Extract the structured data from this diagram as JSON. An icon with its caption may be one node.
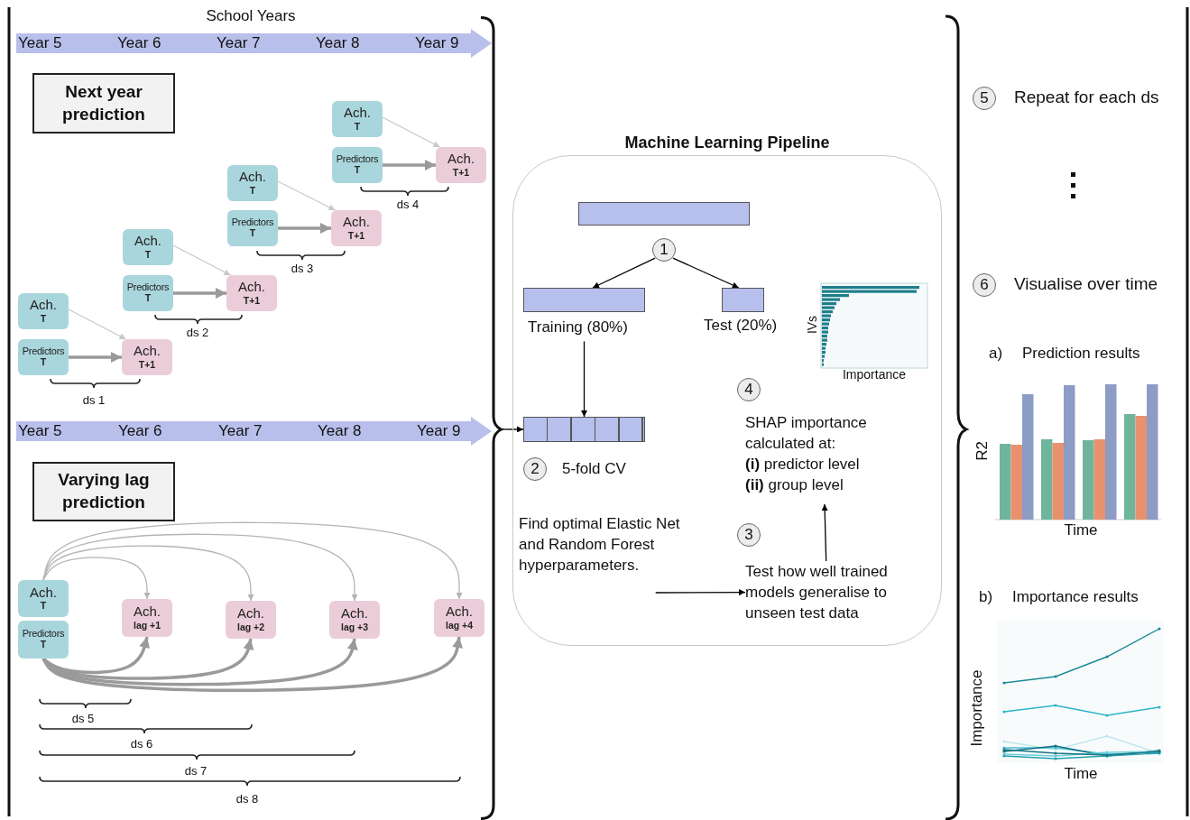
{
  "diagram": {
    "nodes": [
      {
        "text": [
          "Next year prediction"
        ]
      },
      {
        "text": [
          "Ach.",
          "T"
        ]
      },
      {
        "text": [
          "Predictors",
          "T"
        ]
      },
      {
        "text": [
          "Ach.",
          "T+1"
        ]
      },
      {
        "text": [
          "Ach.",
          "T"
        ]
      },
      {
        "text": [
          "Predictors",
          "T"
        ]
      },
      {
        "text": [
          "Ach.",
          "T+1"
        ]
      },
      {
        "text": [
          "Ach.",
          "T"
        ]
      },
      {
        "text": [
          "Predictors",
          "T"
        ]
      },
      {
        "text": [
          "Ach.",
          "T+1"
        ]
      },
      {
        "text": [
          "Ach.",
          "T"
        ]
      },
      {
        "text": [
          "Predictors",
          "T"
        ]
      },
      {
        "text": [
          "Ach.",
          "T+1"
        ]
      },
      {
        "text": [
          "Varying lag prediction"
        ]
      },
      {
        "text": [
          "Ach.",
          "T"
        ]
      },
      {
        "text": [
          "Predictors",
          "T"
        ]
      },
      {
        "text": [
          "Ach.",
          "lag +1"
        ]
      },
      {
        "text": [
          "Ach.",
          "lag +2"
        ]
      },
      {
        "text": [
          "Ach.",
          "lag +3"
        ]
      },
      {
        "text": [
          "Ach.",
          "lag +4"
        ]
      },
      {
        "text": [
          "Machine Learning Pipeline"
        ]
      },
      {
        "text": [],
        "shape": "bar",
        "in": 20
      },
      {
        "text": [
          "1"
        ],
        "in": 20
      },
      {
        "text": [],
        "shape": "bar",
        "in": 20,
        "beside": [
          "Training (80%)"
        ]
      },
      {
        "text": [],
        "shape": "bar",
        "in": 20,
        "beside": [
          "Test (20%)"
        ]
      },
      {
        "text": [
          "4"
        ],
        "in": 20
      },
      {
        "text": [
          "SHAP importance calculated at:",
          "**(i)** predictor level",
          "**(ii)** group level"
        ],
        "in": 20
      },
      {
        "text": [],
        "shape": "bar",
        "in": 20
      },
      {
        "text": [
          "2"
        ],
        "in": 20,
        "beside": [
          "5-fold CV"
        ]
      },
      {
        "text": [
          "Find optimal Elastic Net and Random Forest hyperparameters."
        ],
        "in": 20
      },
      {
        "text": [
          "3"
        ],
        "in": 20
      },
      {
        "text": [
          "Test how well trained models generalise to unseen test data"
        ],
        "in": 20
      },
      {
        "text": [
          "5"
        ],
        "beside": [
          "Repeat for each ds"
        ]
      },
      {
        "text": [
          "6"
        ],
        "beside": [
          "Visualise over time"
        ]
      },
      {
        "text": [],
        "shape": "bracket"
      }
    ],
    "edges": [
      {
        "from": 1,
        "to": 3,
        "arrow": "to",
        "color": "#c8c8c8"
      },
      {
        "from": 2,
        "to": 3,
        "arrow": "to",
        "style": "thick"
      },
      {
        "from": 4,
        "to": 6,
        "arrow": "to",
        "color": "#c8c8c8"
      },
      {
        "from": 5,
        "to": 6,
        "arrow": "to",
        "style": "thick"
      },
      {
        "from": 7,
        "to": 9,
        "arrow": "to",
        "color": "#c8c8c8"
      },
      {
        "from": 8,
        "to": 9,
        "arrow": "to",
        "style": "thick"
      },
      {
        "from": 10,
        "to": 12,
        "arrow": "to",
        "color": "#c8c8c8"
      },
      {
        "from": 11,
        "to": 12,
        "arrow": "to",
        "style": "thick"
      },
      {
        "from": 14,
        "to": 16,
        "arrow": "to",
        "color": "#b4b4b4"
      },
      {
        "from": 14,
        "to": 17,
        "arrow": "to",
        "color": "#b4b4b4"
      },
      {
        "from": 14,
        "to": 18,
        "arrow": "to",
        "color": "#b4b4b4"
      },
      {
        "from": 14,
        "to": 19,
        "arrow": "to",
        "color": "#b4b4b4"
      },
      {
        "from": 15,
        "to": 16,
        "arrow": "to",
        "style": "thick"
      },
      {
        "from": 15,
        "to": 17,
        "arrow": "to",
        "style": "thick"
      },
      {
        "from": 15,
        "to": 18,
        "arrow": "to",
        "style": "thick"
      },
      {
        "from": 15,
        "to": 19,
        "arrow": "to",
        "style": "thick"
      },
      {
        "from": 22,
        "to": 23,
        "arrow": "to",
        "color": "#000000"
      },
      {
        "from": 22,
        "to": 24,
        "arrow": "to",
        "color": "#000000"
      },
      {
        "from": 23,
        "to": 27,
        "arrow": "to",
        "color": "#000000"
      },
      {
        "from": 34,
        "to": 27,
        "arrow": "to",
        "color": "#000000"
      },
      {
        "from": 29,
        "to": 31,
        "arrow": "to",
        "color": "#000000"
      },
      {
        "from": 31,
        "to": 26,
        "arrow": "to",
        "color": "#000000"
      }
    ],
    "labels": [
      "School Years",
      "Year 5",
      "Year 6",
      "Year 7",
      "Year 8",
      "Year 9",
      "ds 4",
      "ds 3",
      "ds 2",
      "ds 1",
      "Year 5",
      "Year 6",
      "Year 7",
      "Year 8",
      "Year 9",
      "ds 5",
      "ds 6",
      "ds 7",
      "ds 8",
      "IVs",
      "Importance",
      "a)",
      "Prediction results",
      "R2",
      "Time",
      "b)",
      "Importance results",
      "Importance",
      "Time"
    ]
  }
}
